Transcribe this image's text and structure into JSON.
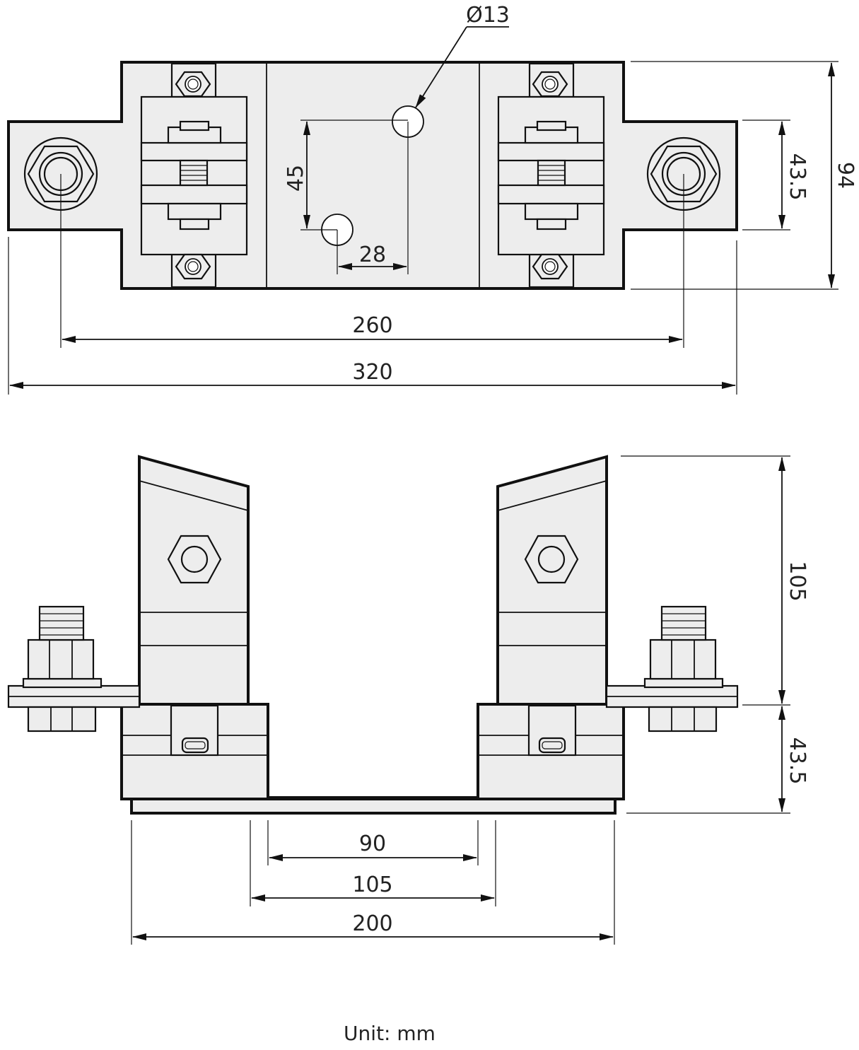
{
  "top_view": {
    "hole_diameter": "Ø13",
    "hole_vertical_spacing": "45",
    "hole_horizontal_spacing": "28",
    "mount_hole_spacing": "260",
    "overall_length": "320",
    "flange_height": "43.5",
    "overall_width": "94"
  },
  "side_view": {
    "inner_gap": "90",
    "base_inner_width": "105",
    "base_length": "200",
    "contact_height": "105",
    "base_height": "43.5"
  },
  "unit_label": "Unit: mm",
  "colors": {
    "body_fill": "#ededed",
    "stroke": "#111111"
  }
}
